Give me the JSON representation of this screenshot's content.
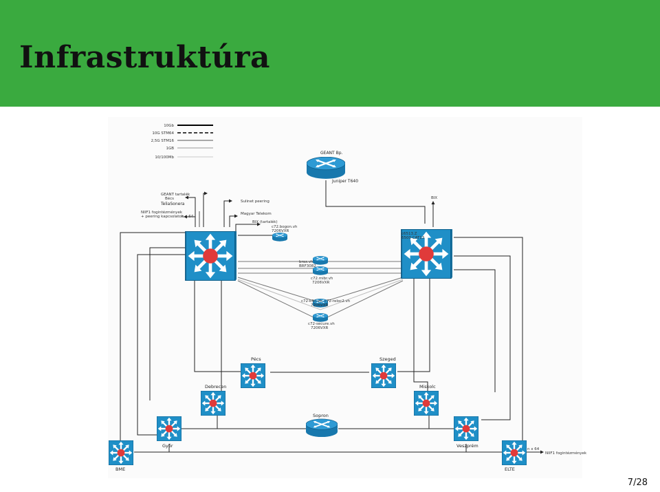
{
  "slide": {
    "title": "Infrastruktúra",
    "page": "7/28"
  },
  "legend": [
    "10Gb",
    "10G STM64",
    "2,5G STM16",
    "1GB",
    "10/100Mb"
  ],
  "labels": {
    "geant": "GEANT Bp.",
    "juniper": "Juniper T640",
    "geant_backup_line1": "GEANT tartalék",
    "geant_backup_line2": "Bécs",
    "teliasonera": "TeliaSonera",
    "niif_line1": "NIIF1 fogintézmények",
    "niif_line2": "+ peering kapcsolatok",
    "nx64": "n x 64",
    "sulinet": "Sulinet peering",
    "magyar_telekom": "Magyar Telekom",
    "bix_backup": "BIX (tartalék)",
    "bix": "BIX",
    "c72_bogon_1": "c72.bogon.vh",
    "c72_bogon_2": "7206VXR",
    "right_switch_1": "c6513.Z",
    "right_switch_2": "6500 CAT13",
    "bras_1": "bras.vh",
    "bras_2": "BRF3082",
    "mibr_1": "c72.mibr.vh",
    "mibr_2": "7206VXR",
    "c72_kfki_1": "c72-kfki.vh, c72-reloc2.vh",
    "c72_kfki_2": "7206VXR",
    "c72_secure_1": "c72-secure.vh",
    "c72_secure_2": "7206VXR",
    "pecs": "Pécs",
    "szeged": "Szeged",
    "debrecen": "Debrecen",
    "miskolc": "Miskolc",
    "sopron": "Sopron",
    "gyor": "Győr",
    "veszprem": "Veszprém",
    "bme": "BME",
    "elte": "ELTE",
    "elte_nx64": "n x 64",
    "elte_niif": "NIIF1 fogintézmények"
  },
  "colors": {
    "header": "#3aaa3f",
    "device": "#1f8fc7",
    "router_star": "#e03a3a"
  }
}
